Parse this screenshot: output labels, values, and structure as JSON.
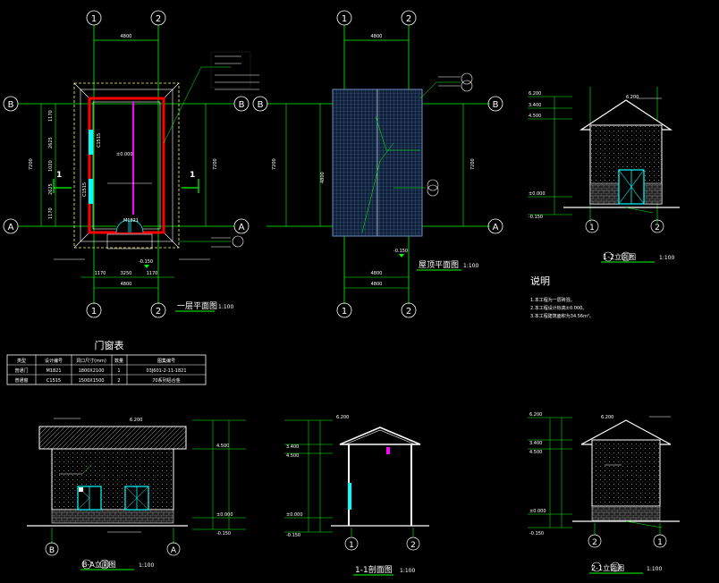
{
  "colors": {
    "background": "#000000",
    "axis": "#00ff00",
    "wall": "#ffffff",
    "dim": "#00ff00",
    "text": "#ffffff",
    "door": "#00ffff",
    "red": "#ff0000",
    "magenta": "#ff00ff"
  },
  "axes": {
    "one": "1",
    "two": "2",
    "A": "A",
    "B": "B"
  },
  "plan": {
    "title": "一层平面图",
    "scale": "1:100",
    "dim_top": "4800",
    "dim_bottom": "4800",
    "dim_left": "7200",
    "dim_right": "7200",
    "door": "M1821",
    "window1": "C1515",
    "window2": "C1515",
    "elev_inside": "±0.000",
    "elev_outside": "-0.150",
    "dims_bottom": [
      "1170",
      "3250",
      "1170"
    ],
    "dims_left": [
      "1170",
      "2625",
      "1020",
      "2625",
      "1170"
    ],
    "section_mark": "1"
  },
  "roof": {
    "title": "屋顶平面图",
    "scale": "1:100",
    "dim_top": "4800",
    "dim_bottom": "4800",
    "dim_mid": "4800",
    "dim_left": "7200",
    "dim_right": "7200",
    "elev": "-0.150"
  },
  "elev_12": {
    "title": "1-2立面图",
    "scale": "1:100",
    "ridge": "6.200",
    "eave_high": "4.500",
    "eave": "3.400",
    "ground": "±0.000",
    "outside": "-0.150"
  },
  "notes": {
    "title": "说明",
    "items": [
      "1.本工程为一层砖混。",
      "2.本工程设计标高±0.000。",
      "3.本工程建筑面积为34.56m²。"
    ]
  },
  "table": {
    "title": "门窗表",
    "headers": [
      "类型",
      "设计编号",
      "洞口尺寸(mm)",
      "数量",
      "图集编号"
    ],
    "rows": [
      [
        "普通门",
        "M1821",
        "1800X2100",
        "1",
        "03J601-2-11-1821"
      ],
      [
        "普通窗",
        "C1515",
        "1500X1500",
        "2",
        "70系列铝合金"
      ]
    ]
  },
  "elev_BA": {
    "title": "B-A立面图",
    "scale": "1:100",
    "ridge": "6.200",
    "eave": "4.500",
    "ground": "±0.000",
    "outside": "-0.150"
  },
  "section": {
    "title": "1-1剖面图",
    "scale": "1:100",
    "ridge": "6.200",
    "eave_high": "4.500",
    "eave": "3.400",
    "ground": "±0.000",
    "outside": "-0.150"
  },
  "elev_21": {
    "title": "2-1立面图",
    "scale": "1:100",
    "ridge": "6.200",
    "eave_high": "4.500",
    "eave": "3.400",
    "ground": "±0.000",
    "outside": "-0.150"
  }
}
